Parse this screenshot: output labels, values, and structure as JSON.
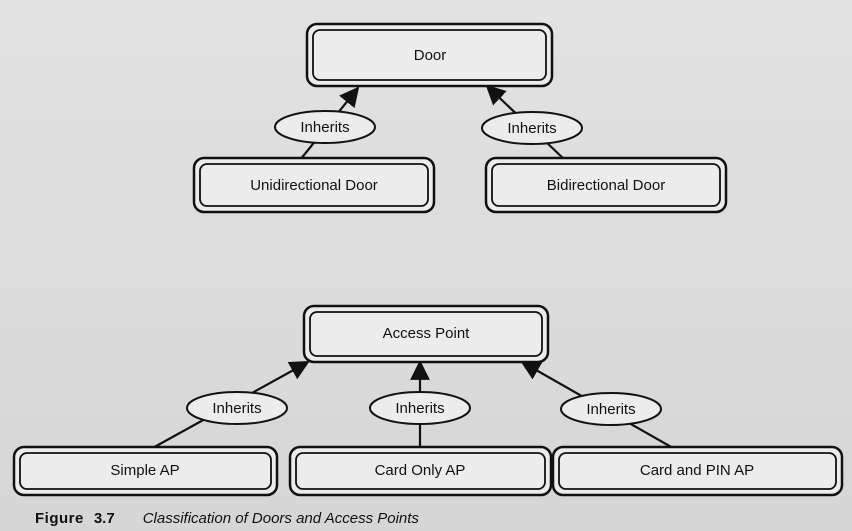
{
  "nodes": {
    "door": "Door",
    "unidirectional_door": "Unidirectional Door",
    "bidirectional_door": "Bidirectional Door",
    "access_point": "Access Point",
    "simple_ap": "Simple AP",
    "card_only_ap": "Card Only AP",
    "card_and_pin_ap": "Card and PIN AP"
  },
  "edge_labels": {
    "uni_to_door": "Inherits",
    "bi_to_door": "Inherits",
    "simple_to_ap": "Inherits",
    "cardonly_to_ap": "Inherits",
    "cardpin_to_ap": "Inherits"
  },
  "caption": {
    "label": "Figure",
    "number": "3.7",
    "title": "Classification of Doors and Access Points"
  }
}
